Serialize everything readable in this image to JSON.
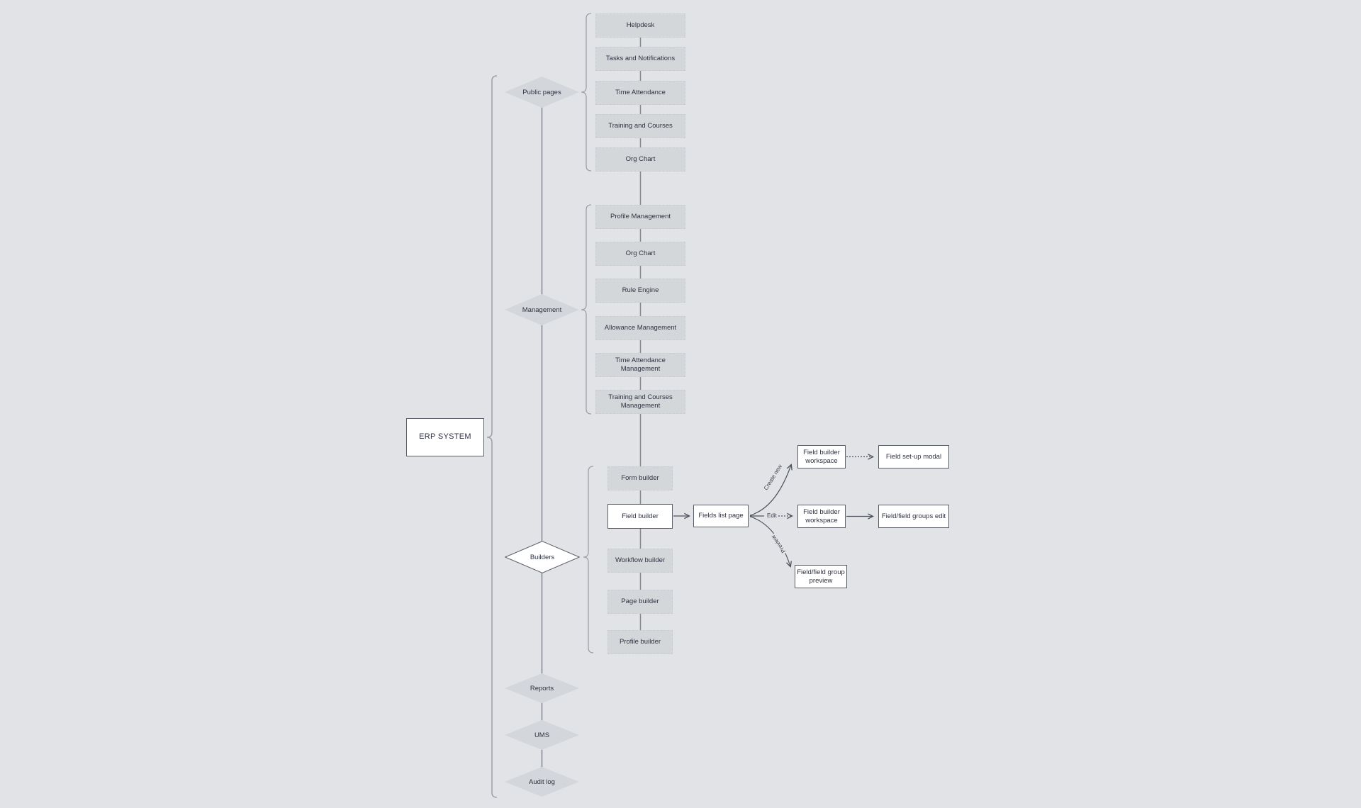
{
  "colors": {
    "background": "#e2e3e6",
    "node_fill": "#d4d7da",
    "node_text": "#2f3240",
    "white_node_border": "#5a5e68",
    "connector": "#4e525c",
    "chain_line": "#81858d",
    "brace": "#9ba0a8"
  },
  "root": {
    "label": "ERP SYSTEM"
  },
  "sections": [
    {
      "label": "Public pages",
      "items": [
        "Helpdesk",
        "Tasks and Notifications",
        "Time Attendance",
        "Training and Courses",
        "Org Chart"
      ]
    },
    {
      "label": "Management",
      "items": [
        "Profile Management",
        "Org Chart",
        "Rule Engine",
        "Allowance Management",
        "Time Attendance Management",
        "Training and Courses Management"
      ]
    },
    {
      "label": "Builders",
      "items": [
        "Form builder",
        "Field builder",
        "Workflow builder",
        "Page builder",
        "Profile builder"
      ]
    },
    {
      "label": "Reports",
      "items": []
    },
    {
      "label": "UMS",
      "items": []
    },
    {
      "label": "Audit log",
      "items": []
    }
  ],
  "flow": {
    "list_page": "Fields list page",
    "branches": [
      {
        "label": "Create new"
      },
      {
        "label": "Edit"
      },
      {
        "label": "Preview"
      }
    ],
    "workspace_create": "Field builder workspace",
    "workspace_edit": "Field builder workspace",
    "setup_modal": "Field set-up modal",
    "groups_edit": "Field/field groups edit",
    "group_preview": "Field/field group preview"
  }
}
